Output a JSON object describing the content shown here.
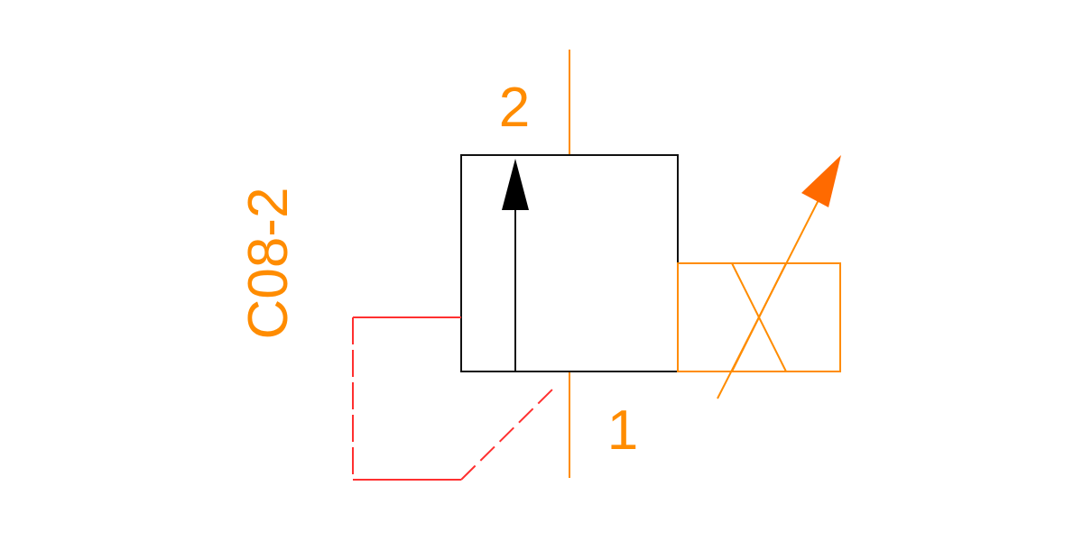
{
  "diagram": {
    "model_label": "C08-2",
    "port_top_label": "2",
    "port_bottom_label": "1"
  },
  "colors": {
    "orange": "#ff8c00",
    "red": "#ff3030",
    "black": "#111111",
    "arrow_orange": "#ff6a00"
  }
}
